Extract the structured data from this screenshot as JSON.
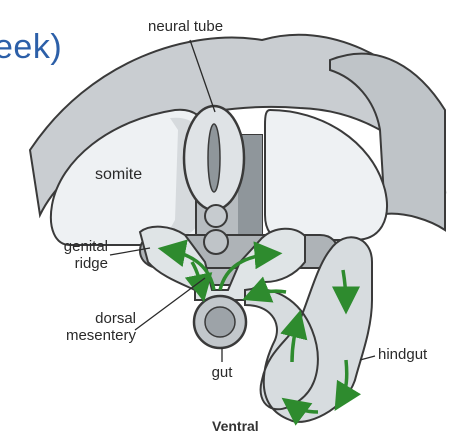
{
  "slide": {
    "title_fragment": "eek)"
  },
  "diagram": {
    "labels": {
      "neural_tube": "neural tube",
      "somite": "somite",
      "genital_ridge_1": "genital",
      "genital_ridge_2": "ridge",
      "dorsal_mesentery_1": "dorsal",
      "dorsal_mesentery_2": "mesentery",
      "gut": "gut",
      "hindgut": "hindgut",
      "ventral": "Ventral"
    },
    "colors": {
      "outline": "#3a3a3a",
      "tissue_fill": "#d9dde0",
      "somite_fill": "#eef1f3",
      "dark_fill": "#9aa0a4",
      "migration_arrows": "#2e8b2e",
      "title_blue": "#2c5fa8"
    }
  }
}
